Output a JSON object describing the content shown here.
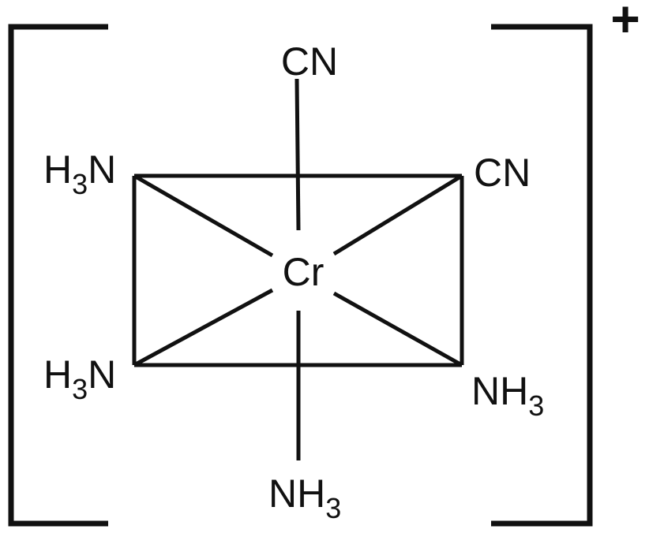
{
  "complex": {
    "central_atom": "Cr",
    "charge": "+",
    "ligands": {
      "axial_top": {
        "main": "CN",
        "sub": ""
      },
      "upper_left": {
        "main": "H",
        "sub": "3",
        "tail": "N"
      },
      "upper_right": {
        "main": "CN",
        "sub": ""
      },
      "lower_left": {
        "main": "H",
        "sub": "3",
        "tail": "N"
      },
      "lower_right": {
        "main": "NH",
        "sub": "3"
      },
      "axial_bottom": {
        "main": "NH",
        "sub": "3"
      }
    }
  }
}
